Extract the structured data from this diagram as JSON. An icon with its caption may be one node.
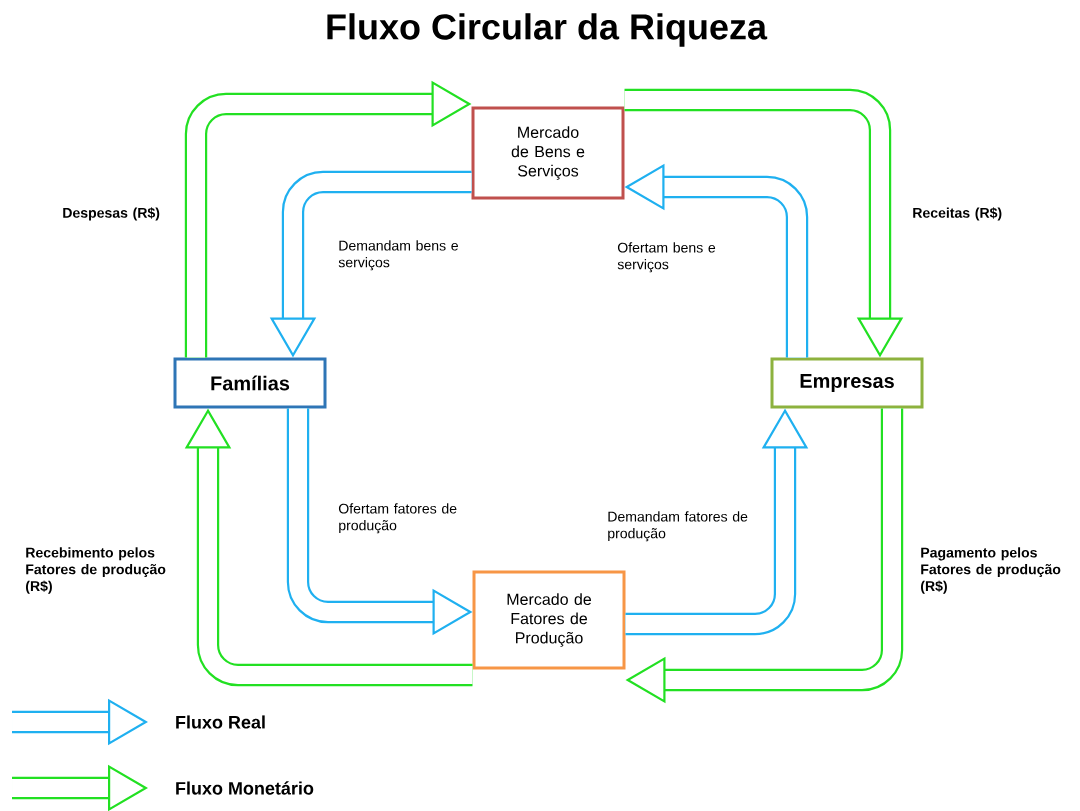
{
  "diagram": {
    "title": "Fluxo Circular da Riqueza",
    "nodes": [
      {
        "text": [
          "Mercado de Bens e Serviços"
        ]
      },
      {
        "text": [
          "Famílias"
        ]
      },
      {
        "text": [
          "Empresas"
        ]
      },
      {
        "text": [
          "Mercado de Fatores de Produção"
        ]
      }
    ],
    "edges": [
      {
        "from": 1,
        "to": 0,
        "arrow": "to",
        "label": "Despesas (R$)",
        "color": "#22e022"
      },
      {
        "from": 0,
        "to": 2,
        "arrow": "to",
        "label": "Receitas (R$)",
        "color": "#22e022"
      },
      {
        "from": 0,
        "to": 1,
        "arrow": "to",
        "label": "Demandam bens e serviços",
        "color": "#1fb0f0"
      },
      {
        "from": 2,
        "to": 0,
        "arrow": "to",
        "label": "Ofertam bens e serviços",
        "color": "#1fb0f0"
      },
      {
        "from": 1,
        "to": 3,
        "arrow": "to",
        "label": "Ofertam fatores de produção",
        "color": "#1fb0f0"
      },
      {
        "from": 3,
        "to": 2,
        "arrow": "to",
        "label": "Demandam fatores de produção",
        "color": "#1fb0f0"
      },
      {
        "from": 2,
        "to": 3,
        "arrow": "to",
        "label": "Pagamento pelos Fatores de produção (R$)",
        "color": "#22e022"
      },
      {
        "from": 3,
        "to": 1,
        "arrow": "to",
        "label": "Recebimento pelos Fatores de produção (R$)",
        "color": "#22e022"
      }
    ],
    "legend": [
      {
        "text": "Fluxo Real"
      },
      {
        "text": "Fluxo Monetário"
      }
    ]
  }
}
